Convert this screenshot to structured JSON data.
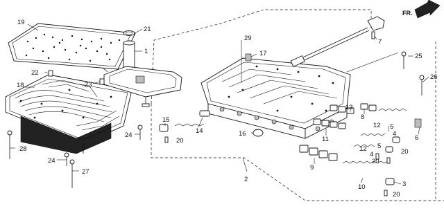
{
  "diagram": {
    "direction_label": "FR.",
    "callouts": [
      {
        "id": "c1",
        "text": "1"
      },
      {
        "id": "c2",
        "text": "2"
      },
      {
        "id": "c3",
        "text": "3"
      },
      {
        "id": "c4a",
        "text": "4"
      },
      {
        "id": "c4b",
        "text": "4"
      },
      {
        "id": "c5a",
        "text": "5"
      },
      {
        "id": "c5b",
        "text": "5"
      },
      {
        "id": "c6",
        "text": "6"
      },
      {
        "id": "c7",
        "text": "7"
      },
      {
        "id": "c8",
        "text": "8"
      },
      {
        "id": "c9",
        "text": "9"
      },
      {
        "id": "c10",
        "text": "10"
      },
      {
        "id": "c11",
        "text": "11"
      },
      {
        "id": "c12a",
        "text": "12"
      },
      {
        "id": "c12b",
        "text": "12"
      },
      {
        "id": "c13",
        "text": "13"
      },
      {
        "id": "c14",
        "text": "14"
      },
      {
        "id": "c15",
        "text": "15"
      },
      {
        "id": "c16",
        "text": "16"
      },
      {
        "id": "c17",
        "text": "17"
      },
      {
        "id": "c18",
        "text": "18"
      },
      {
        "id": "c19",
        "text": "19"
      },
      {
        "id": "c20a",
        "text": "20"
      },
      {
        "id": "c20b",
        "text": "20"
      },
      {
        "id": "c20c",
        "text": "20"
      },
      {
        "id": "c20d",
        "text": "20"
      },
      {
        "id": "c20e",
        "text": "20"
      },
      {
        "id": "c21",
        "text": "21"
      },
      {
        "id": "c22",
        "text": "22"
      },
      {
        "id": "c23",
        "text": "23"
      },
      {
        "id": "c24a",
        "text": "24"
      },
      {
        "id": "c24b",
        "text": "24"
      },
      {
        "id": "c25",
        "text": "25"
      },
      {
        "id": "c26",
        "text": "26"
      },
      {
        "id": "c27",
        "text": "27"
      },
      {
        "id": "c28",
        "text": "28"
      },
      {
        "id": "c29",
        "text": "29"
      }
    ]
  }
}
